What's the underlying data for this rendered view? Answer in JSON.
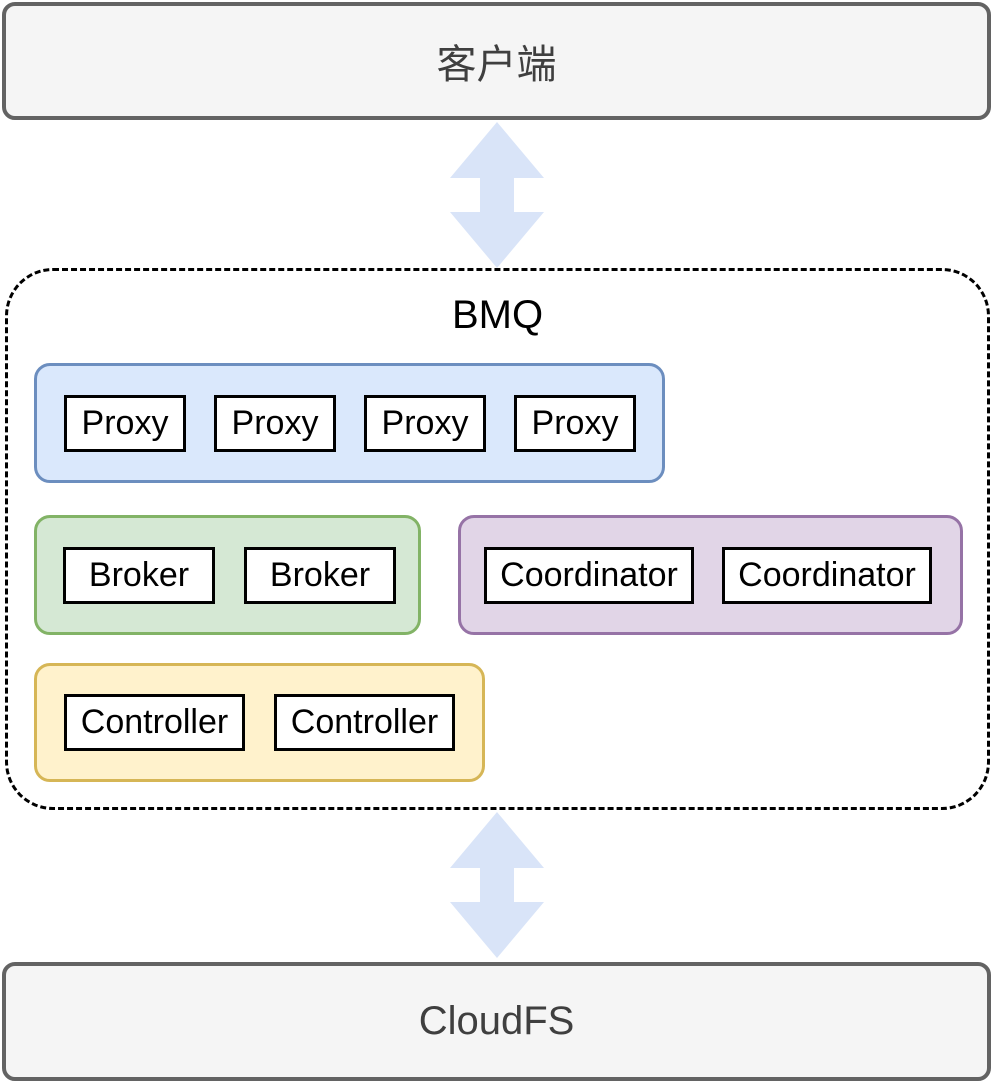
{
  "client_box": {
    "label": "客户端"
  },
  "bmq_group": {
    "label": "BMQ",
    "proxy_cluster": {
      "nodes": [
        "Proxy",
        "Proxy",
        "Proxy",
        "Proxy"
      ]
    },
    "broker_cluster": {
      "nodes": [
        "Broker",
        "Broker"
      ]
    },
    "coordinator_cluster": {
      "nodes": [
        "Coordinator",
        "Coordinator"
      ]
    },
    "controller_cluster": {
      "nodes": [
        "Controller",
        "Controller"
      ]
    }
  },
  "cloudfs_box": {
    "label": "CloudFS"
  },
  "arrows": {
    "client_bmq": "bidirectional-vertical-arrow",
    "bmq_cloudfs": "bidirectional-vertical-arrow"
  },
  "colors": {
    "arrow_fill": "#d9e4f8",
    "endpoint_fill": "#f5f5f5",
    "endpoint_border": "#636363",
    "endpoint_text": "#3f3f3f",
    "proxy_fill": "#dae8fc",
    "proxy_border": "#6c8ebf",
    "broker_fill": "#d5e8d4",
    "broker_border": "#82b366",
    "coordinator_fill": "#e1d5e7",
    "coordinator_border": "#9673a6",
    "controller_fill": "#fff2cc",
    "controller_border": "#d6b656",
    "node_fill": "#ffffff",
    "node_border": "#000000",
    "group_dashed_border": "#000000"
  }
}
